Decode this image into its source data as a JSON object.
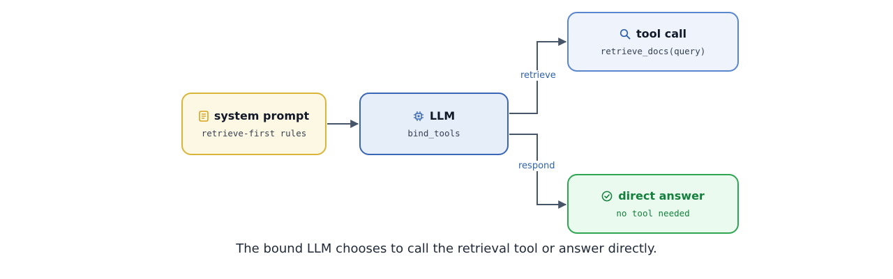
{
  "nodes": {
    "system_prompt": {
      "title": "system prompt",
      "subtitle": "retrieve-first rules",
      "icon": "document-icon",
      "accent": "#d9b53a"
    },
    "llm": {
      "title": "LLM",
      "subtitle": "bind_tools",
      "icon": "chip-icon",
      "accent": "#3a66b5"
    },
    "tool_call": {
      "title": "tool call",
      "subtitle": "retrieve_docs(query)",
      "icon": "search-icon",
      "accent": "#5a86cf"
    },
    "direct_answer": {
      "title": "direct answer",
      "subtitle": "no tool needed",
      "icon": "check-circle-icon",
      "accent": "#2fa552"
    }
  },
  "edges": {
    "retrieve_label": "retrieve",
    "respond_label": "respond"
  },
  "caption": "The bound LLM chooses to call the retrieval tool or answer directly."
}
